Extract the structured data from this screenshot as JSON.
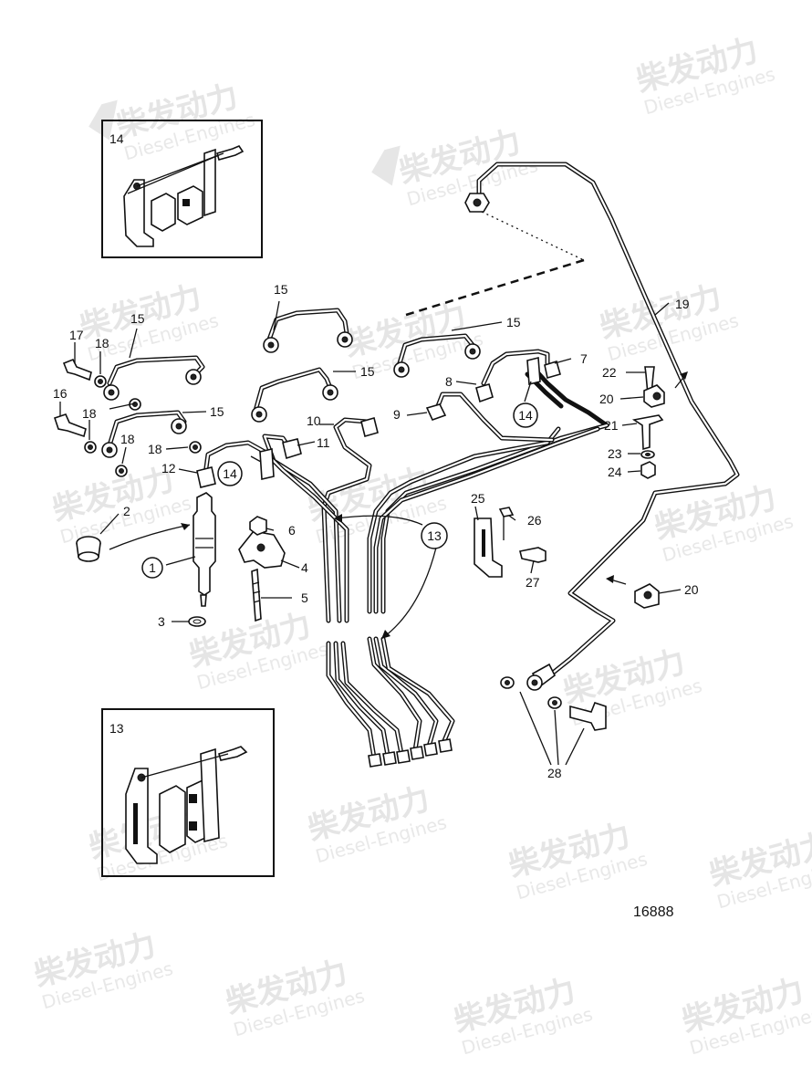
{
  "diagram": {
    "drawing_number": "16888",
    "watermark": {
      "chinese": "柴发动力",
      "english": "Diesel-Engines"
    },
    "insets": [
      {
        "label": "14"
      },
      {
        "label": "13"
      }
    ],
    "callouts": {
      "c1": "1",
      "c2": "2",
      "c3": "3",
      "c4": "4",
      "c5": "5",
      "c6": "6",
      "c7": "7",
      "c8": "8",
      "c9": "9",
      "c10": "10",
      "c11": "11",
      "c12": "12",
      "c13": "13",
      "c14a": "14",
      "c14b": "14",
      "c15a": "15",
      "c15b": "15",
      "c15c": "15",
      "c15d": "15",
      "c15e": "15",
      "c16": "16",
      "c17": "17",
      "c18a": "18",
      "c18b": "18",
      "c18c": "18",
      "c18d": "18",
      "c19": "19",
      "c20a": "20",
      "c20b": "20",
      "c21": "21",
      "c22": "22",
      "c23": "23",
      "c24": "24",
      "c25": "25",
      "c26": "26",
      "c27": "27",
      "c28": "28"
    }
  }
}
